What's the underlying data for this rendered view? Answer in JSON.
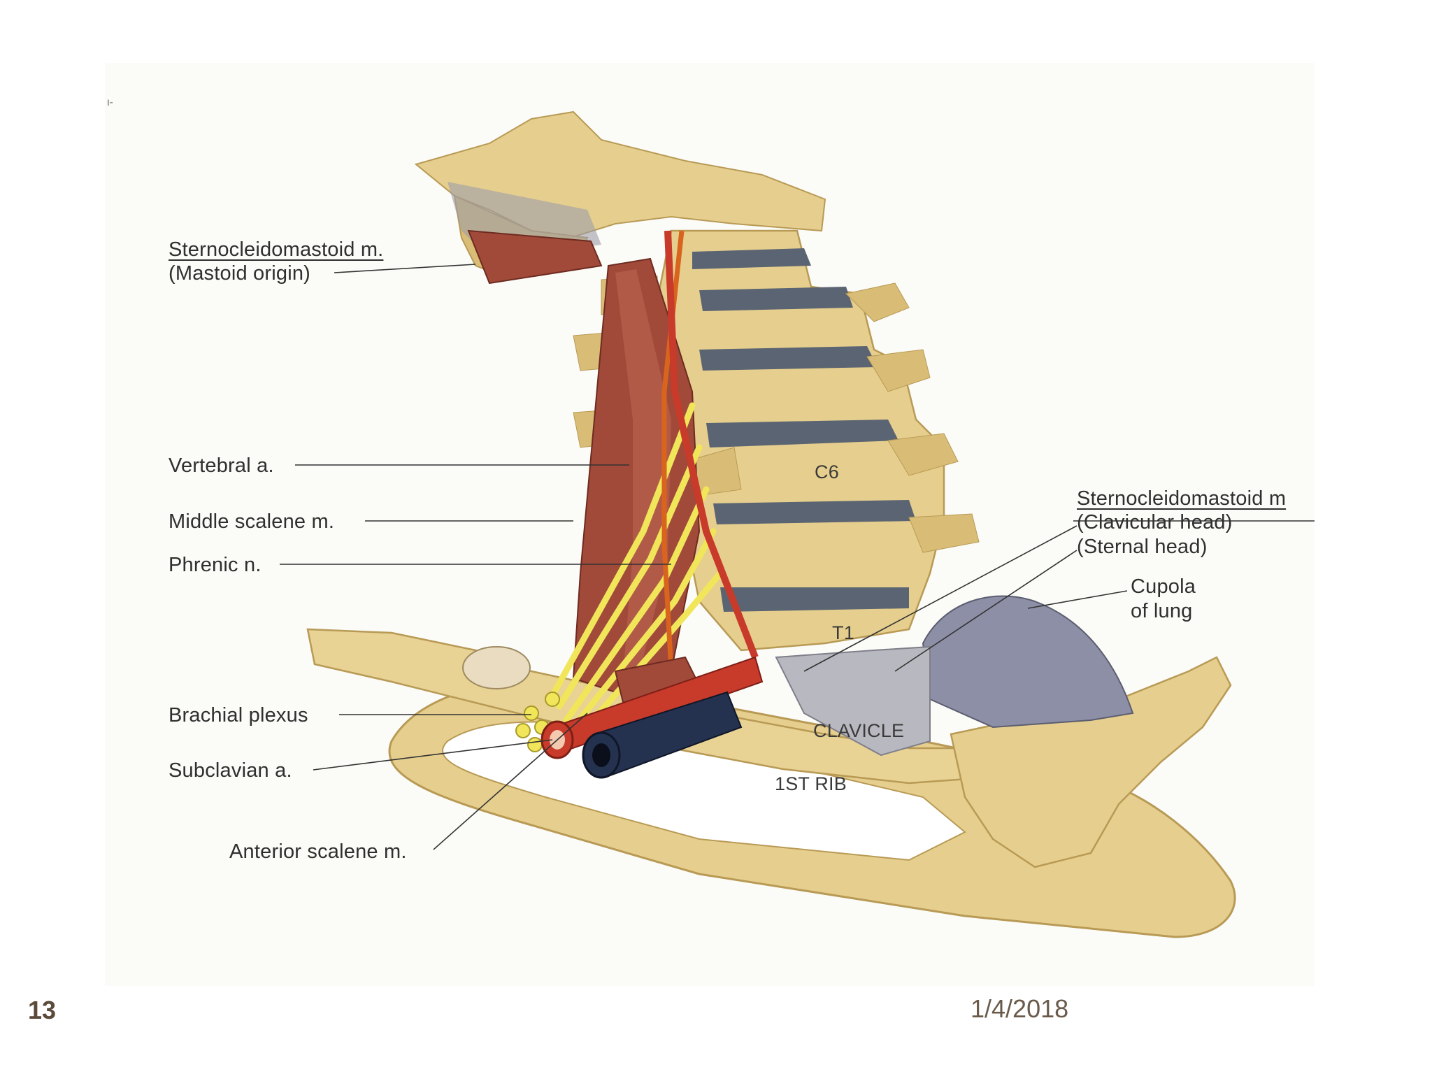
{
  "slide": {
    "number": "13",
    "date": "1/4/2018",
    "corner_mark": "ι-"
  },
  "labels": {
    "scm_title": "Sternocleidomastoid m.",
    "scm_mastoid": "(Mastoid origin)",
    "vertebral": "Vertebral a.",
    "middle_scalene": "Middle scalene m.",
    "phrenic": "Phrenic n.",
    "brachial": "Brachial plexus",
    "subclavian": "Subclavian a.",
    "anterior_scalene": "Anterior scalene m.",
    "scm_right_title": "Sternocleidomastoid m",
    "clavicular_head": "(Clavicular head)",
    "sternal_head": "(Sternal head)",
    "cupola_1": "Cupola",
    "cupola_2": "of lung"
  },
  "structures": {
    "c6": "C6",
    "t1": "T1",
    "clavicle": "CLAVICLE",
    "first_rib": "1ST RIB"
  },
  "colors": {
    "bone": "#e6cf8e",
    "bone_shade": "#c9a95c",
    "disc": "#5b6472",
    "muscle": "#a14a3a",
    "artery": "#c83a2a",
    "vein": "#24324f",
    "nerve": "#f1e65a",
    "lung": "#8d8fa6",
    "tendon": "#b8b8c0"
  }
}
